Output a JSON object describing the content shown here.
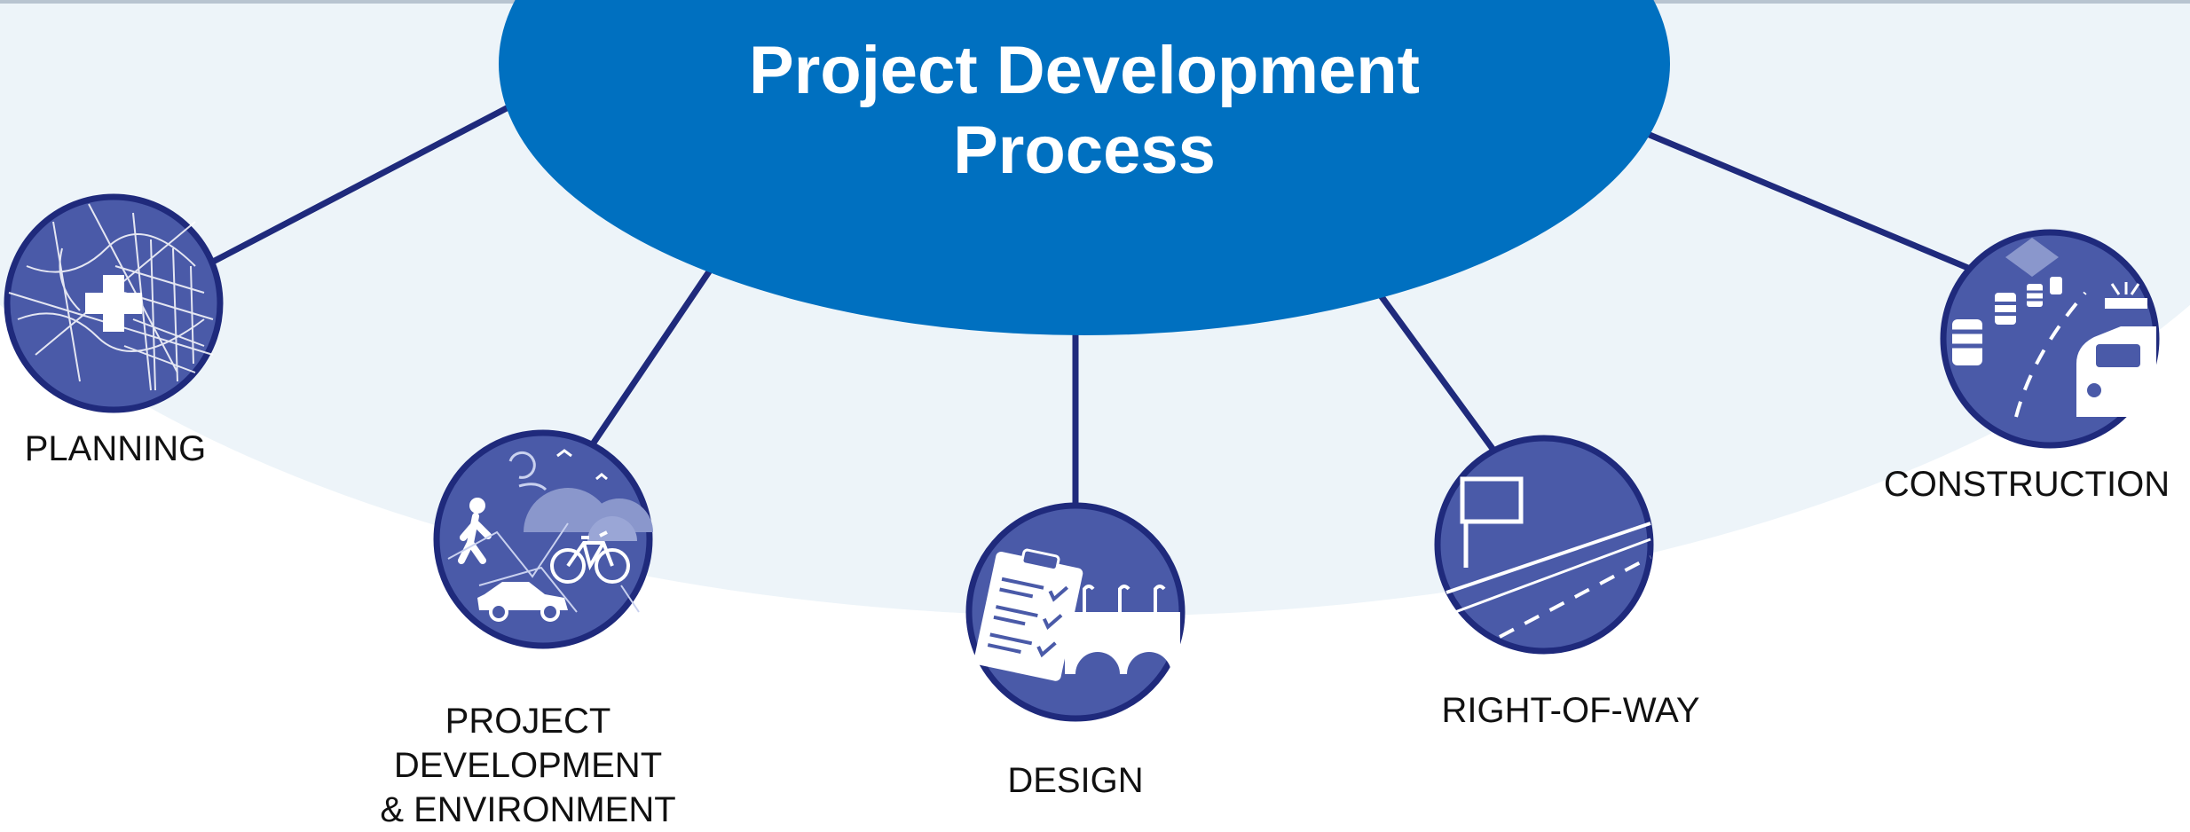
{
  "title": {
    "line1": "Project Development",
    "line2": "Process"
  },
  "stages": [
    {
      "id": "planning",
      "icon": "map-plus-icon",
      "label_lines": [
        "PLANNING"
      ]
    },
    {
      "id": "project-development-environment",
      "icon": "pedestrian-bike-car-icon",
      "label_lines": [
        "PROJECT",
        "DEVELOPMENT",
        "& ENVIRONMENT"
      ]
    },
    {
      "id": "design",
      "icon": "clipboard-bridge-icon",
      "label_lines": [
        "DESIGN"
      ]
    },
    {
      "id": "right-of-way",
      "icon": "billboard-road-icon",
      "label_lines": [
        "RIGHT-OF-WAY"
      ]
    },
    {
      "id": "construction",
      "icon": "barrels-truck-icon",
      "label_lines": [
        "CONSTRUCTION"
      ]
    }
  ],
  "colors": {
    "hub": "#0070c0",
    "connector": "#1f2a7c",
    "circle_fill": "#4a5aa8",
    "circle_border": "#1f2a7c",
    "background_arc": "#edf4f9",
    "icon_line": "#ffffff"
  }
}
